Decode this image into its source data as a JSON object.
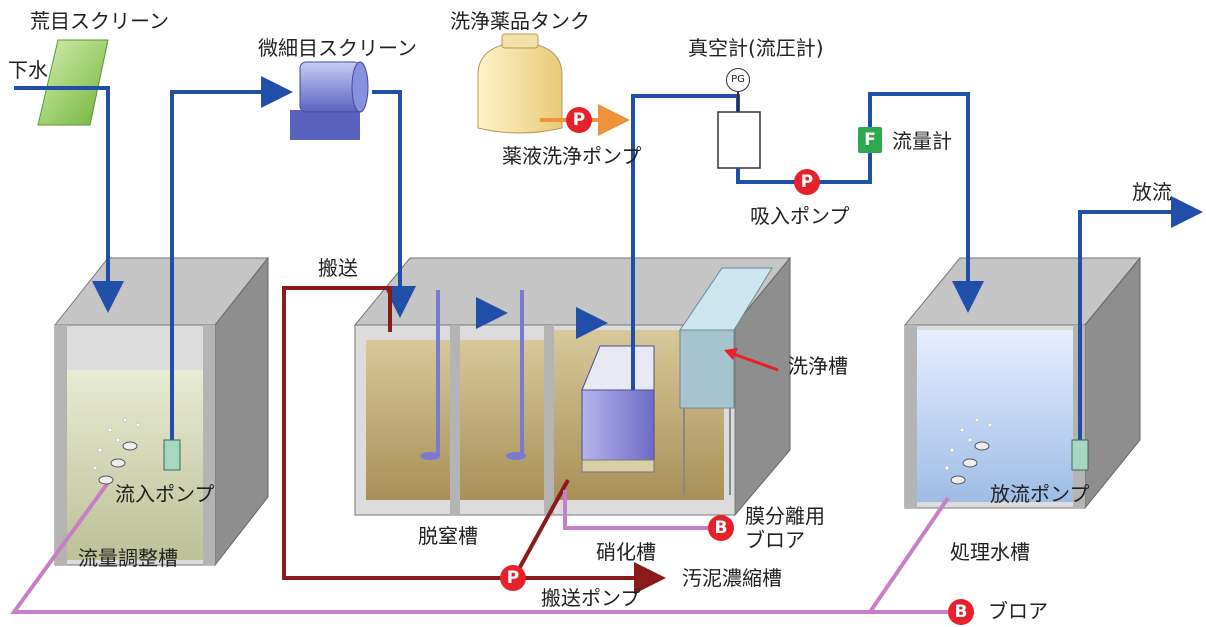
{
  "labels": {
    "coarse_screen": "荒目スクリーン",
    "sewage": "下水",
    "fine_screen": "微細目スクリーン",
    "chem_tank": "洗浄薬品タンク",
    "vacuum_gauge": "真空計(流圧計)",
    "chem_pump": "薬液洗浄ポンプ",
    "flow_meter": "流量計",
    "suction_pump": "吸入ポンプ",
    "discharge": "放流",
    "transport": "搬送",
    "wash_tank": "洗浄槽",
    "inflow_pump": "流入ポンプ",
    "denitrification_tank": "脱窒槽",
    "membrane_blower_1": "膜分離用",
    "membrane_blower_2": "ブロア",
    "flow_adjust_tank": "流量調整槽",
    "nitrification_tank": "硝化槽",
    "treated_water_tank": "処理水槽",
    "discharge_pump": "放流ポンプ",
    "sludge_tank": "汚泥濃縮槽",
    "transport_pump": "搬送ポンプ",
    "blower": "ブロア"
  },
  "badges": {
    "pump": "P",
    "blower": "B",
    "flow": "F",
    "gauge": "PG"
  },
  "colors": {
    "water_pipe": "#1f4fa8",
    "sludge_pipe": "#8b1a1a",
    "air_pipe": "#c77fc7",
    "chem_pipe": "#f0923a",
    "badge_red": "#e8202a",
    "badge_green": "#2fa84f"
  }
}
